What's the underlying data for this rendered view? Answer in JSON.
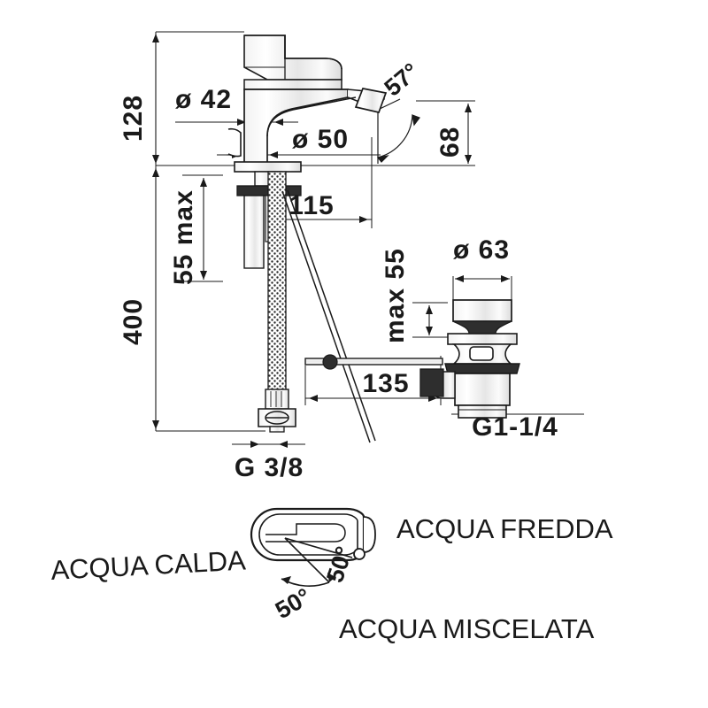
{
  "drawing": {
    "title": "Basin mixer with pop-up waste - dimensioned technical drawing",
    "units": "mm",
    "line_color": "#1a1a1a",
    "background": "#ffffff"
  },
  "dimensions": {
    "spout_height": "128",
    "total_height": "400",
    "body_diameter": "ø 42",
    "base_diameter": "ø 50",
    "spout_reach": "115",
    "spout_clearance": "68",
    "aerator_angle": "57°",
    "shank_max": "55 max",
    "supply_thread": "G 3/8",
    "waste_cap_diameter": "ø 63",
    "waste_thread": "G1-1/4",
    "waste_max": "max 55",
    "rod_length": "135"
  },
  "legend": {
    "hot": "ACQUA CALDA",
    "cold": "ACQUA FREDDA",
    "mixed": "ACQUA MISCELATA",
    "angle_left": "50°",
    "angle_right": "50°"
  },
  "icons": {
    "lever_handle": "lever-handle-icon",
    "faucet_body": "faucet-body-icon",
    "braided_hose": "braided-hose-icon",
    "popup_waste": "popup-waste-icon",
    "pull_rod": "pull-rod-icon"
  }
}
